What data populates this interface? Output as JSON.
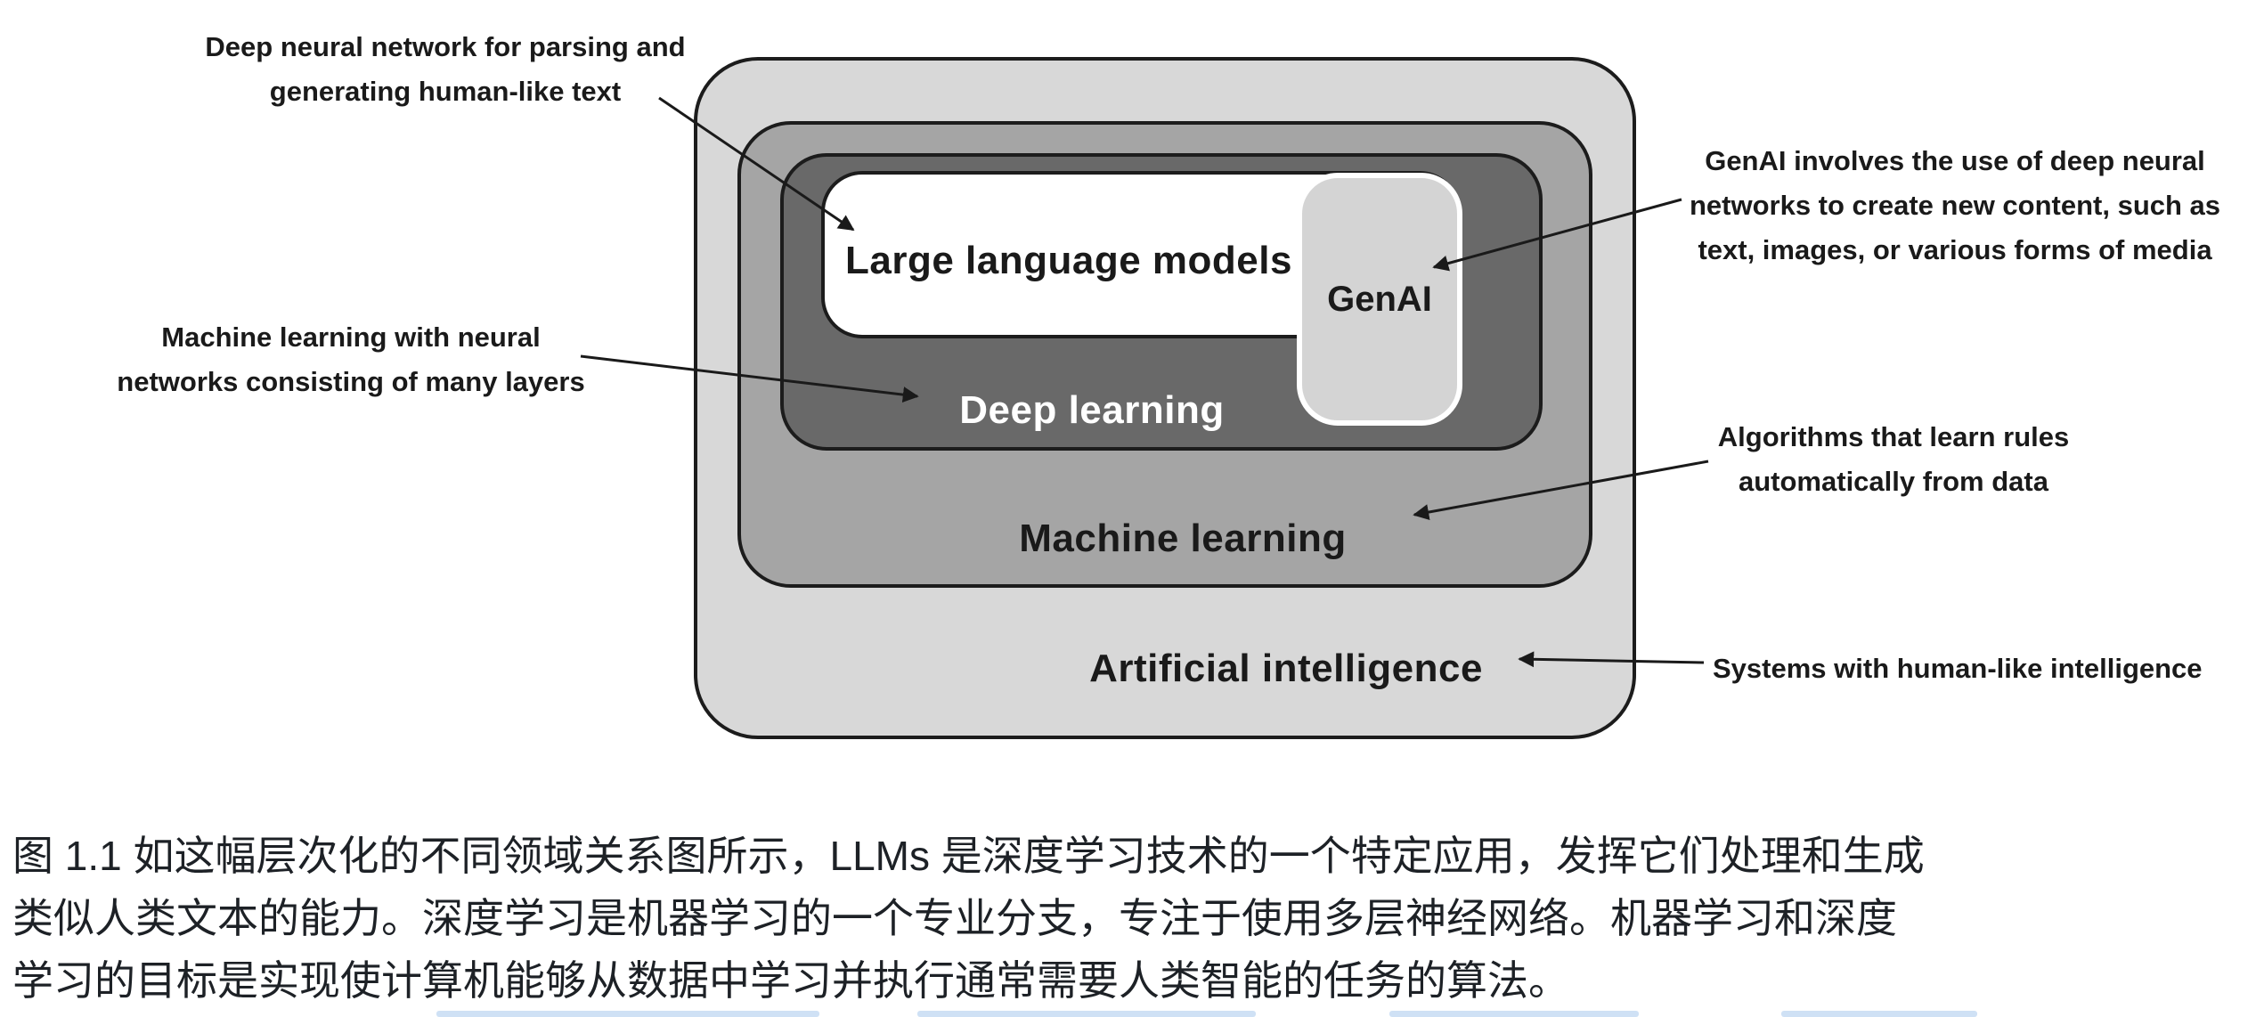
{
  "diagram": {
    "labels": {
      "llm": "Large language models",
      "genai": "GenAI",
      "deep_learning": "Deep learning",
      "machine_learning": "Machine learning",
      "ai": "Artificial intelligence"
    },
    "colors": {
      "ai_fill": "#d8d8d8",
      "ml_fill": "#a5a5a5",
      "dl_fill": "#696969",
      "llm_fill": "#ffffff",
      "genai_fill": "#d4d4d4",
      "border": "#1c1c1c"
    },
    "annotations": [
      {
        "id": "llm-note",
        "text": "Deep neural network for parsing and\ngenerating human-like text"
      },
      {
        "id": "genai-note",
        "text": "GenAI involves the use of deep neural\nnetworks to create new content, such as\ntext, images, or various forms of media"
      },
      {
        "id": "dl-note",
        "text": "Machine learning with neural\nnetworks consisting of many layers"
      },
      {
        "id": "ml-note",
        "text": "Algorithms that learn rules\nautomatically from data"
      },
      {
        "id": "ai-note",
        "text": "Systems with human-like intelligence"
      }
    ]
  },
  "caption": {
    "text": "图 1.1 如这幅层次化的不同领域关系图所示，LLMs 是深度学习技术的一个特定应用，发挥它们处理和生成\n类似人类文本的能力。深度学习是机器学习的一个专业分支，专注于使用多层神经网络。机器学习和深度\n学习的目标是实现使计算机能够从数据中学习并执行通常需要人类智能的任务的算法。"
  }
}
